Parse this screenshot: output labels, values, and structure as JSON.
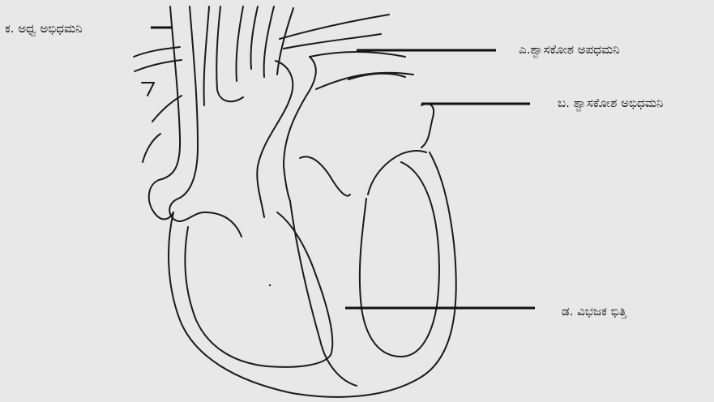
{
  "labels": {
    "a": "ಕ. ಅಧ್ವ ಅಭಿಧಮನಿ",
    "b": "ಎ.ಶ್ವಾಸಕೋಶ ಅಪಧಮನಿ",
    "c": "ಬ. ಶ್ವಾಸಕೋಶ ಅಭಿಧಮನಿ",
    "d": "ಡ. ವಿಭಜಕ ಭಿತ್ತಿ"
  },
  "colors": {
    "background": "#e8e8e8",
    "outline": "#1a1a1a"
  }
}
